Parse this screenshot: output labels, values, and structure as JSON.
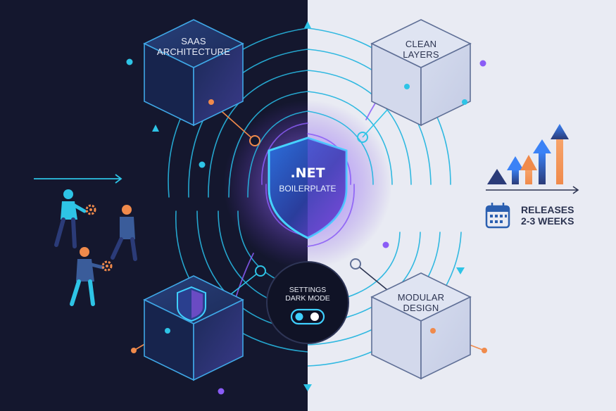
{
  "central_shield": {
    "title": ".NET",
    "subtitle": "BOILERPLATE",
    "icon": "shield-icon"
  },
  "cubes": [
    {
      "id": "saas",
      "line1": "SAAS",
      "line2": "ARCHITECTURE",
      "theme": "dark"
    },
    {
      "id": "clean",
      "line1": "CLEAN",
      "line2": "LAYERS",
      "theme": "light"
    },
    {
      "id": "security",
      "icon": "shield-icon",
      "theme": "dark"
    },
    {
      "id": "modular",
      "line1": "MODULAR",
      "line2": "DESIGN",
      "theme": "light"
    }
  ],
  "settings_badge": {
    "line1": "SETTINGS",
    "line2": "DARK MODE",
    "toggle_state": "on",
    "icon": "toggle-switch-icon"
  },
  "releases": {
    "line1": "RELEASES",
    "line2": "2-3 WEEKS",
    "icon": "calendar-icon",
    "chart_icon": "rising-arrows-chart-icon"
  },
  "team": {
    "icon": "team-people-icon",
    "gear_icon": "gear-icon"
  },
  "colors": {
    "dark_bg": "#14172e",
    "light_bg": "#e9ebf3",
    "cyan": "#2ec4e6",
    "purple": "#8a5cf6",
    "orange": "#f08a4b",
    "navy": "#2b3350",
    "blue": "#3b82f6"
  }
}
